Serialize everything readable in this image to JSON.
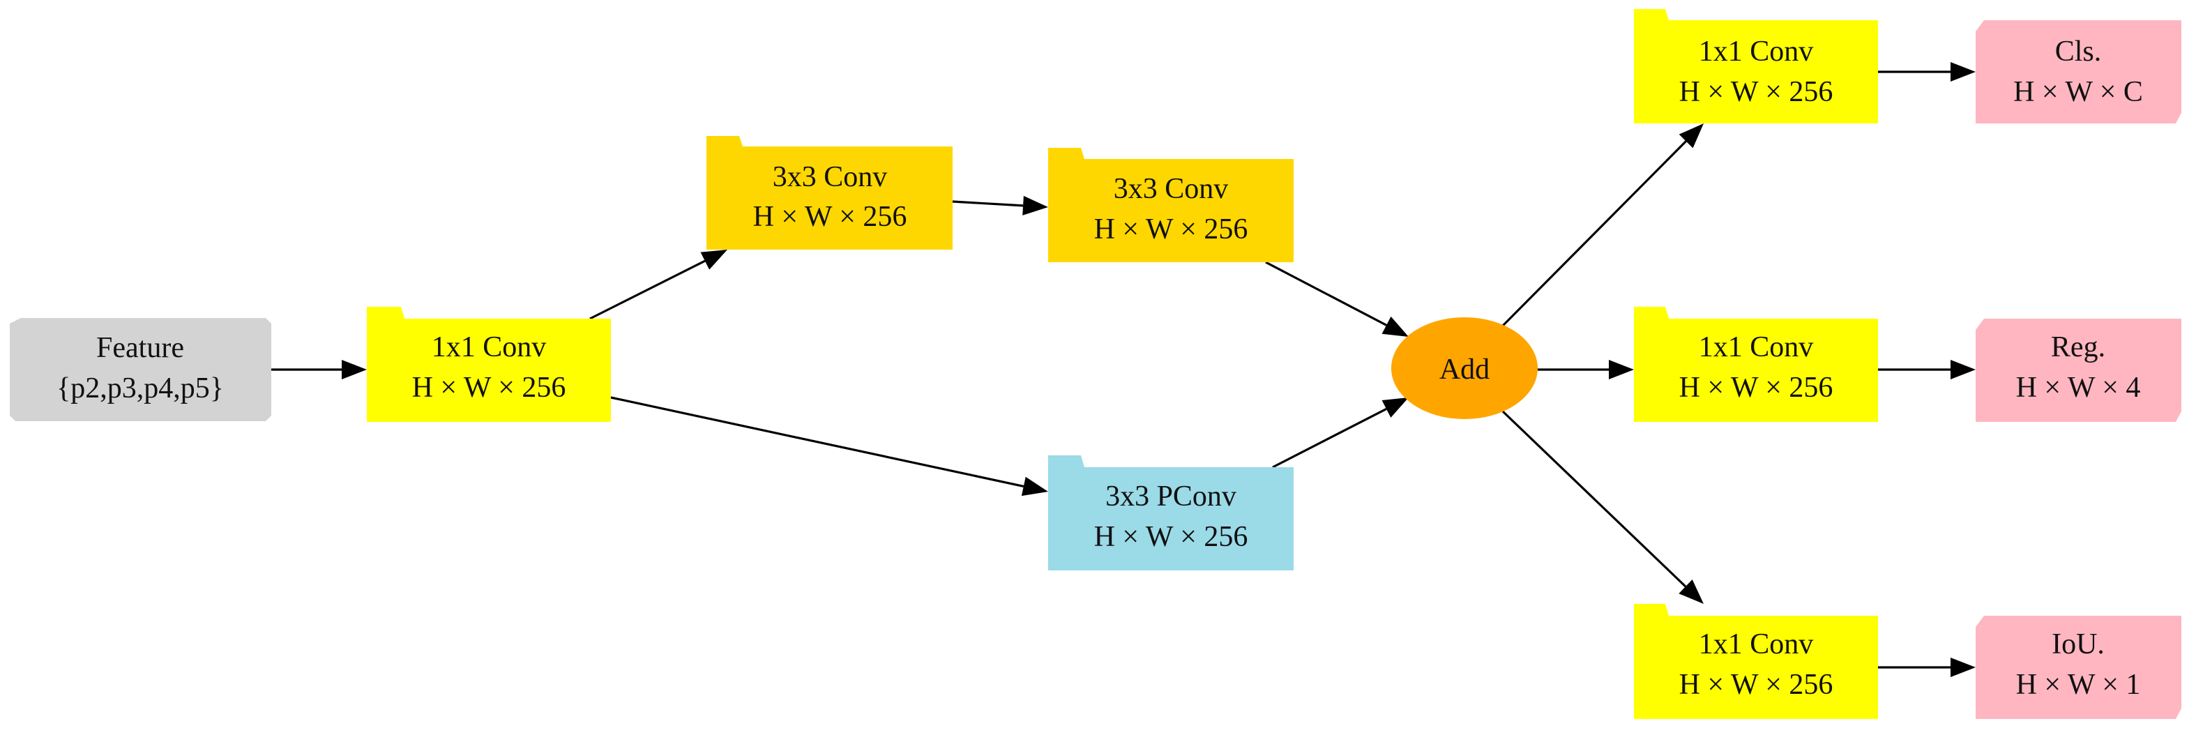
{
  "colors": {
    "feature": "#d3d3d3",
    "conv1x1": "#ffff00",
    "conv3x3": "#ffd700",
    "pconv": "#9bdae7",
    "add": "#ffa500",
    "output": "#ffb6c1",
    "edge": "#000000"
  },
  "nodes": {
    "feature": {
      "line1": "Feature",
      "line2": "{p2,p3,p4,p5}"
    },
    "conv_in": {
      "line1": "1x1 Conv",
      "line2": "H × W × 256"
    },
    "conv3a": {
      "line1": "3x3 Conv",
      "line2": "H × W × 256"
    },
    "conv3b": {
      "line1": "3x3 Conv",
      "line2": "H × W × 256"
    },
    "pconv": {
      "line1": "3x3 PConv",
      "line2": "H × W × 256"
    },
    "add": {
      "line1": "Add"
    },
    "conv_cls": {
      "line1": "1x1 Conv",
      "line2": "H × W × 256"
    },
    "conv_reg": {
      "line1": "1x1 Conv",
      "line2": "H × W × 256"
    },
    "conv_iou": {
      "line1": "1x1 Conv",
      "line2": "H × W × 256"
    },
    "out_cls": {
      "line1": "Cls.",
      "line2": "H × W × C"
    },
    "out_reg": {
      "line1": "Reg.",
      "line2": "H × W × 4"
    },
    "out_iou": {
      "line1": "IoU.",
      "line2": "H × W × 1"
    }
  },
  "edges": [
    [
      "feature",
      "conv_in"
    ],
    [
      "conv_in",
      "conv3a"
    ],
    [
      "conv_in",
      "pconv"
    ],
    [
      "conv3a",
      "conv3b"
    ],
    [
      "conv3b",
      "add"
    ],
    [
      "pconv",
      "add"
    ],
    [
      "add",
      "conv_cls"
    ],
    [
      "add",
      "conv_reg"
    ],
    [
      "add",
      "conv_iou"
    ],
    [
      "conv_cls",
      "out_cls"
    ],
    [
      "conv_reg",
      "out_reg"
    ],
    [
      "conv_iou",
      "out_iou"
    ]
  ]
}
